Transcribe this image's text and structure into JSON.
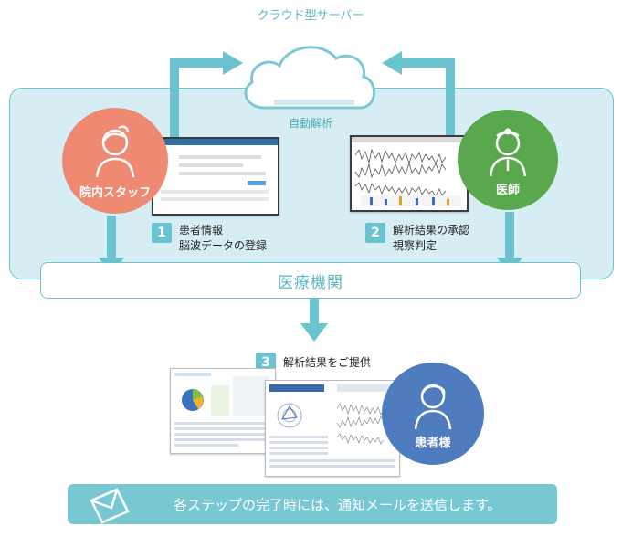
{
  "cloud": {
    "label": "クラウド型サーバー",
    "analysis_label": "自動解析"
  },
  "facility": {
    "label": "医療機関"
  },
  "actors": {
    "staff": {
      "label": "院内スタッフ",
      "icon": "female-staff-icon",
      "color": "#ef8a72"
    },
    "doctor": {
      "label": "医師",
      "icon": "doctor-icon",
      "color": "#5aa84d"
    },
    "patient": {
      "label": "患者様",
      "icon": "patient-icon",
      "color": "#4f7bbf"
    }
  },
  "steps": [
    {
      "num": "1",
      "line1": "患者情報",
      "line2": "脳波データの登録"
    },
    {
      "num": "2",
      "line1": "解析結果の承認",
      "line2": "視察判定"
    },
    {
      "num": "3",
      "line1": "解析結果をご提供",
      "line2": ""
    }
  ],
  "footer": {
    "text": "各ステップの完了時には、通知メールを送信します。",
    "icon": "mail-icon"
  },
  "colors": {
    "accent": "#6cc3d0",
    "panel": "#d6eef3",
    "staff": "#ef8a72",
    "doctor": "#5aa84d",
    "patient": "#4f7bbf"
  }
}
